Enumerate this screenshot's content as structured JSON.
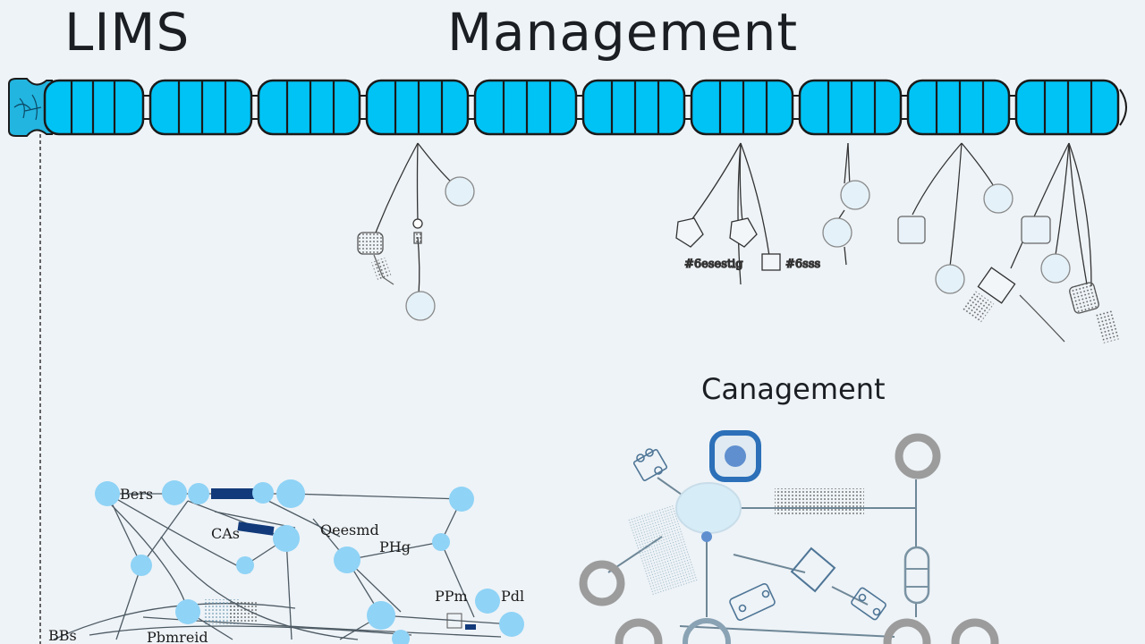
{
  "header": {
    "left_title": "LIMS",
    "main_title": "Management"
  },
  "section": {
    "subtitle": "Canagement"
  },
  "labels": {
    "hanging_note": "#6esestig",
    "hanging_box_note": "#6sss",
    "net_a": "Bers",
    "net_b": "CAs",
    "net_c": "Qeesmd",
    "net_d": "PHg",
    "net_e": "PPm",
    "net_f": "Pdl",
    "net_g": "Pbmreid",
    "net_h": "BBs"
  },
  "colors": {
    "background": "#eef3f7",
    "bar_fill": "#00c3f5",
    "outline": "#1a1a1a",
    "node_blue": "#8fd3f6",
    "dark_blue": "#123a7a",
    "ring_gray": "#9c9c9c"
  }
}
